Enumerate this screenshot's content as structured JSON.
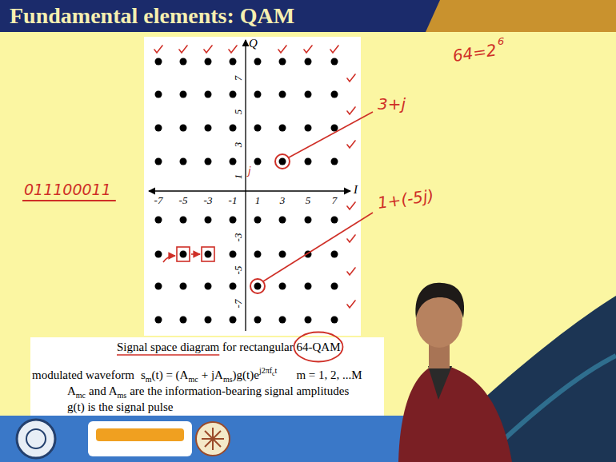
{
  "diagram": {
    "title": "Fundamental elements: QAM",
    "caption": "Signal space diagram for rectangular 64-QAM",
    "labels": [
      "Q",
      "I",
      "-7",
      "-5",
      "-3",
      "-1",
      "1",
      "3",
      "5",
      "7",
      "7",
      "5",
      "3",
      "1",
      "-3",
      "-5",
      "-7",
      "j",
      "3+j",
      "1+(-5j)",
      "64=2",
      "6",
      "011100011",
      "modulated waveform",
      "s",
      "m",
      "(t) = (A",
      "mc",
      "+ jA",
      "ms",
      ")g(t)e",
      "j2πf",
      "c",
      "t",
      "m = 1, 2, ...M",
      "A",
      "mc",
      "and A",
      "ms",
      "are the information-bearing signal amplitudes",
      "g(t) is the signal pulse"
    ]
  }
}
